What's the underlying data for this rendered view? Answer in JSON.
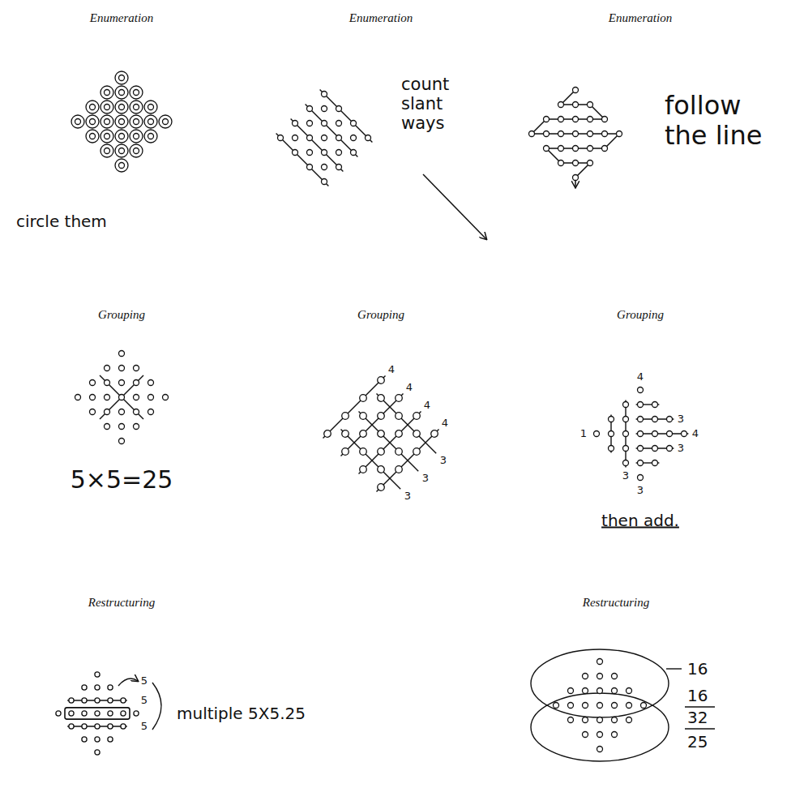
{
  "diagram": {
    "labels": [
      "Enumeration",
      "Enumeration",
      "Enumeration",
      "circle them",
      "count slant ways",
      "follow the line",
      "Grouping",
      "Grouping",
      "Grouping",
      "5×5=25",
      "4",
      "4",
      "4",
      "4",
      "3",
      "3",
      "3",
      "4",
      "3",
      "4",
      "3",
      "1",
      "3",
      "3",
      "then add.",
      "Restructuring",
      "Restructuring",
      "5",
      "5",
      "5",
      "multiple 5X5.25",
      "16",
      "16",
      "32",
      "25"
    ]
  }
}
